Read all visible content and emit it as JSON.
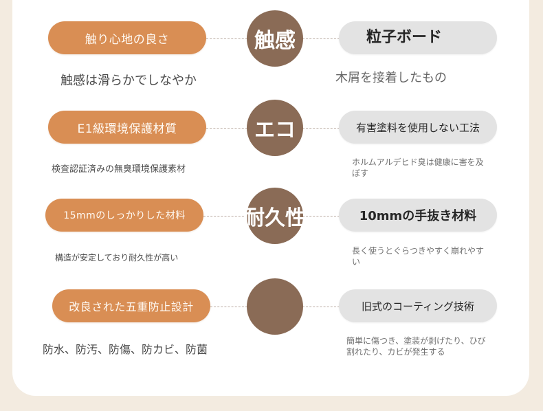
{
  "rows": [
    {
      "left_pill": "触り心地の良さ",
      "center": "触感",
      "right_pill": "粒子ボード",
      "left_desc": "触感は滑らかでしなやか",
      "right_desc": "木屑を接着したもの"
    },
    {
      "left_pill": "E1級環境保護材質",
      "center": "エコ",
      "right_pill": "有害塗料を使用しない工法",
      "left_desc": "検査認証済みの無臭環境保護素材",
      "right_desc": "ホルムアルデヒド臭は健康に害を及ぼす"
    },
    {
      "left_pill": "15mmのしっかりした材料",
      "center": "耐久性",
      "right_pill": "10mmの手抜き材料",
      "left_desc": "構造が安定しており耐久性が高い",
      "right_desc": "長く使うとぐらつきやすく崩れやすい"
    },
    {
      "left_pill": "改良された五重防止設計",
      "center": "",
      "right_pill": "旧式のコーティング技術",
      "left_desc": "防水、防汚、防傷、防カビ、防菌",
      "right_desc": "簡単に傷つき、塗装が剥げたり、ひび割れたり、カビが発生する"
    }
  ]
}
